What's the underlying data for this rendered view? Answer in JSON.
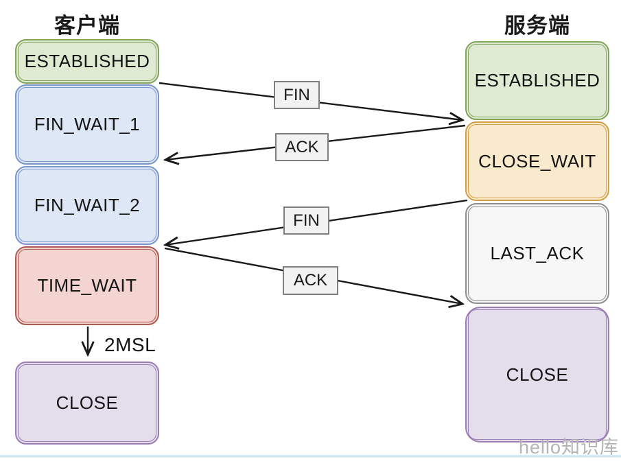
{
  "columns": {
    "client": {
      "title": "客户端"
    },
    "server": {
      "title": "服务端"
    }
  },
  "client_states": {
    "established": "ESTABLISHED",
    "fin_wait_1": "FIN_WAIT_1",
    "fin_wait_2": "FIN_WAIT_2",
    "time_wait": "TIME_WAIT",
    "close": "CLOSE"
  },
  "server_states": {
    "established": "ESTABLISHED",
    "close_wait": "CLOSE_WAIT",
    "last_ack": "LAST_ACK",
    "close": "CLOSE"
  },
  "messages": {
    "fin_1": "FIN",
    "ack_1": "ACK",
    "fin_2": "FIN",
    "ack_2": "ACK"
  },
  "timer": {
    "label": "2MSL"
  },
  "watermark": "hello知识库",
  "colors": {
    "green_border": "#82a35c",
    "green_fill": "#dfead2",
    "blue_border": "#7b96c9",
    "blue_fill": "#dde7f6",
    "red_border": "#ad5a52",
    "red_fill": "#f3d4d0",
    "purple_border": "#9c7cb5",
    "purple_fill": "#e4ddec",
    "orange_border": "#d2a044",
    "orange_fill": "#faeacd",
    "gray_border": "#8d8d8d",
    "gray_fill": "#f7f7f7",
    "message_label_fill": "#f2f2f2",
    "message_label_border": "#7f7f7f",
    "arrow": "#1a1a1a",
    "watermark_text": "#b4b4b4",
    "bottom_strip": "#d7e9f4"
  }
}
